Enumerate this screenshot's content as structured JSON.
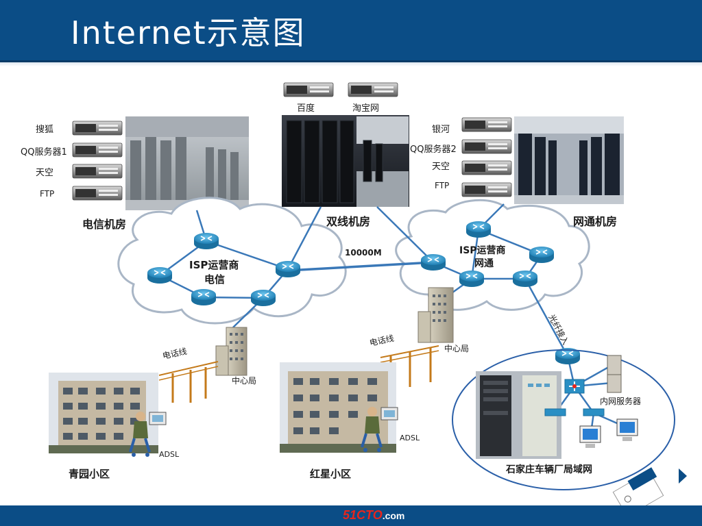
{
  "title": "Internet示意图",
  "footer": {
    "brand_main": "51CTO",
    "brand_suffix": ".com"
  },
  "rooms": {
    "telecom": {
      "name": "电信机房",
      "servers": [
        "搜狐",
        "QQ服务器1",
        "天空",
        "FTP"
      ]
    },
    "dual": {
      "name": "双线机房",
      "servers": [
        "百度",
        "淘宝网"
      ]
    },
    "netcom": {
      "name": "网通机房",
      "servers": [
        "银河",
        "QQ服务器2",
        "天空",
        "FTP"
      ]
    }
  },
  "clouds": {
    "telecom": {
      "line1": "ISP运营商",
      "line2": "电信"
    },
    "netcom": {
      "line1": "ISP运营商",
      "line2": "网通"
    }
  },
  "link_speed": "10000M",
  "fiber_label": "光纤接入",
  "phone_line": "电话线",
  "central_office": "中心局",
  "adsl": "ADSL",
  "communities": {
    "left": "青园小区",
    "right": "红星小区"
  },
  "lan": {
    "name": "石家庄车辆厂局域网",
    "server": "内网服务器"
  },
  "colors": {
    "header": "#0b4d86",
    "cloud_stroke": "#a9b6c6",
    "link": "#3a78b8",
    "router": "#2a8fc4"
  }
}
